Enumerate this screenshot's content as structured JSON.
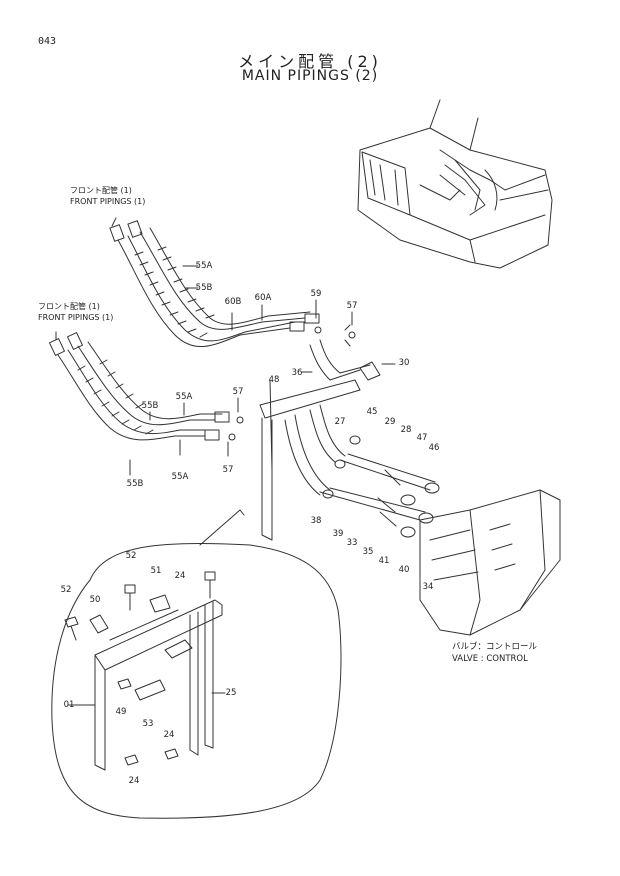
{
  "page_number": "043",
  "title_jp": "メイン配管 (2)",
  "title_en": "MAIN PIPINGS (2)",
  "notes": {
    "front_upper_jp": "フロント配管 (1)",
    "front_upper_en": "FRONT PIPINGS (1)",
    "front_lower_jp": "フロント配管 (1)",
    "front_lower_en": "FRONT PIPINGS (1)",
    "valve_jp": "バルブ：コントロール",
    "valve_en": "VALVE : CONTROL"
  },
  "callouts": {
    "c55a_top": "55A",
    "c55b_top": "55B",
    "c60b": "60B",
    "c60a": "60A",
    "c59": "59",
    "c57_top": "57",
    "c30": "30",
    "c36": "36",
    "c48": "48",
    "c55b_mid": "55B",
    "c55a_mid": "55A",
    "c57_mid": "57",
    "c57_low": "57",
    "c55b_low": "55B",
    "c55a_low": "55A",
    "c27": "27",
    "c45": "45",
    "c29": "29",
    "c28": "28",
    "c47": "47",
    "c46": "46",
    "c38": "38",
    "c39": "39",
    "c33": "33",
    "c35": "35",
    "c41": "41",
    "c40": "40",
    "c34": "34",
    "c52a": "52",
    "c51": "51",
    "c24a": "24",
    "c52b": "52",
    "c50": "50",
    "c01": "01",
    "c49": "49",
    "c53": "53",
    "c25": "25",
    "c24b": "24",
    "c24c": "24"
  }
}
